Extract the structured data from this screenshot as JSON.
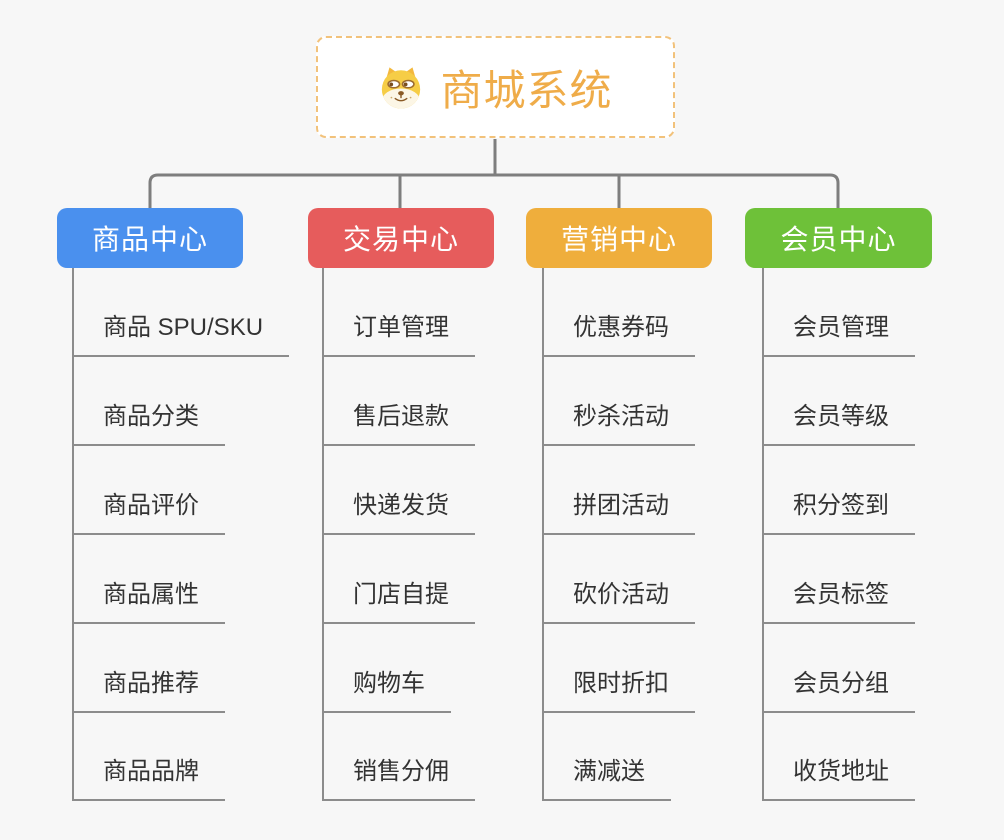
{
  "page": {
    "background": "#F7F7F7"
  },
  "root": {
    "title": "商城系统",
    "title_color": "#EFAC49",
    "border_color": "#F2C27B",
    "icon": "doge-icon"
  },
  "connectors": {
    "trunk_color": "#7E7E7E",
    "child_line_color": "#8C8C8C"
  },
  "branches": [
    {
      "label": "商品中心",
      "color": "#4A90EE",
      "children": [
        "商品 SPU/SKU",
        "商品分类",
        "商品评价",
        "商品属性",
        "商品推荐",
        "商品品牌"
      ]
    },
    {
      "label": "交易中心",
      "color": "#E65C5C",
      "children": [
        "订单管理",
        "售后退款",
        "快递发货",
        "门店自提",
        "购物车",
        "销售分佣"
      ]
    },
    {
      "label": "营销中心",
      "color": "#EFAE3C",
      "children": [
        "优惠券码",
        "秒杀活动",
        "拼团活动",
        "砍价活动",
        "限时折扣",
        "满减送"
      ]
    },
    {
      "label": "会员中心",
      "color": "#6EC139",
      "children": [
        "会员管理",
        "会员等级",
        "积分签到",
        "会员标签",
        "会员分组",
        "收货地址"
      ]
    }
  ]
}
